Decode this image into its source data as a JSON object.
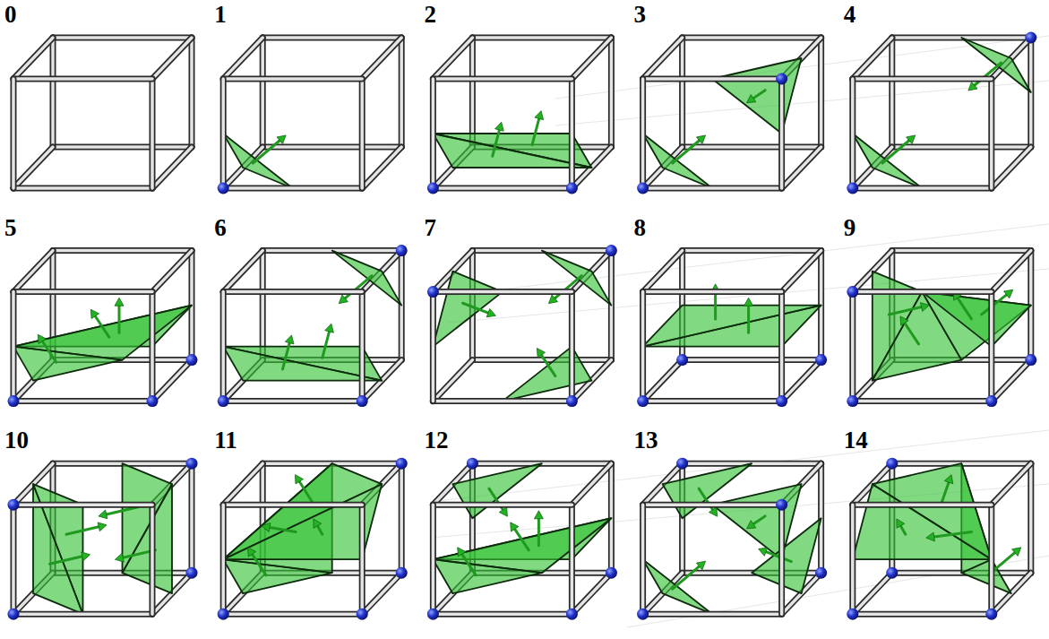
{
  "diagram": {
    "labels": [
      "0",
      "1",
      "2",
      "3",
      "4",
      "5",
      "6",
      "7",
      "8",
      "9",
      "10",
      "11",
      "12",
      "13",
      "14"
    ]
  }
}
